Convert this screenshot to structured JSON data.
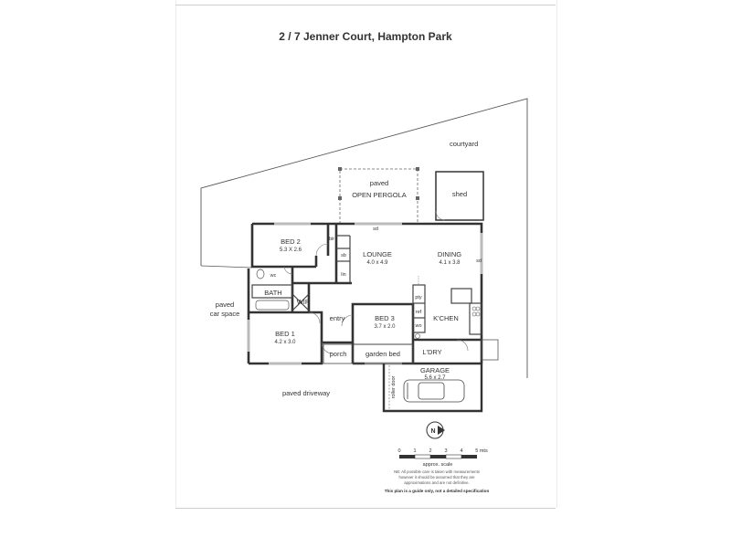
{
  "title": "2 / 7 Jenner Court, Hampton Park",
  "labels": {
    "courtyard": "courtyard",
    "paved_top": "paved",
    "open_pergola": "OPEN PERGOLA",
    "shed": "shed",
    "sd_top": "sd",
    "sd_right": "sd",
    "bed2": "BED 2",
    "bed2_dim": "5.3 X 2.6",
    "lounge": "LOUNGE",
    "lounge_dim": "4.0 x 4.9",
    "dining": "DINING",
    "dining_dim": "4.1 x 3.8",
    "bir": "bir",
    "sb": "sb",
    "lin": "lin",
    "wc": "wc",
    "bath": "BATH",
    "wir": "WIR",
    "paved_car_1": "paved",
    "paved_car_2": "car space",
    "entry": "entry",
    "bed3": "BED 3",
    "bed3_dim": "3.7 x 2.0",
    "kitchen": "K'CHEN",
    "pty": "pty",
    "ref": "ref",
    "wo": "wo",
    "bed1": "BED 1",
    "bed1_dim": "4.2 x 3.0",
    "porch": "porch",
    "garden_bed": "garden bed",
    "ldry": "L'DRY",
    "garage": "GARAGE",
    "garage_dim": "5.6 x 2.7",
    "roller_door": "roller door",
    "paved_driveway": "paved driveway",
    "north": "N"
  },
  "scale": {
    "ticks": [
      "0",
      "1",
      "2",
      "3",
      "4",
      "5 mts"
    ],
    "caption": "approx. scale"
  },
  "notes": {
    "line1": "NB: All possible care is taken with measurements",
    "line2": "however it should be assumed that they are",
    "line3": "approximations and are not definitive.",
    "guide": "This plan is a guide only, not a detailed specification"
  }
}
